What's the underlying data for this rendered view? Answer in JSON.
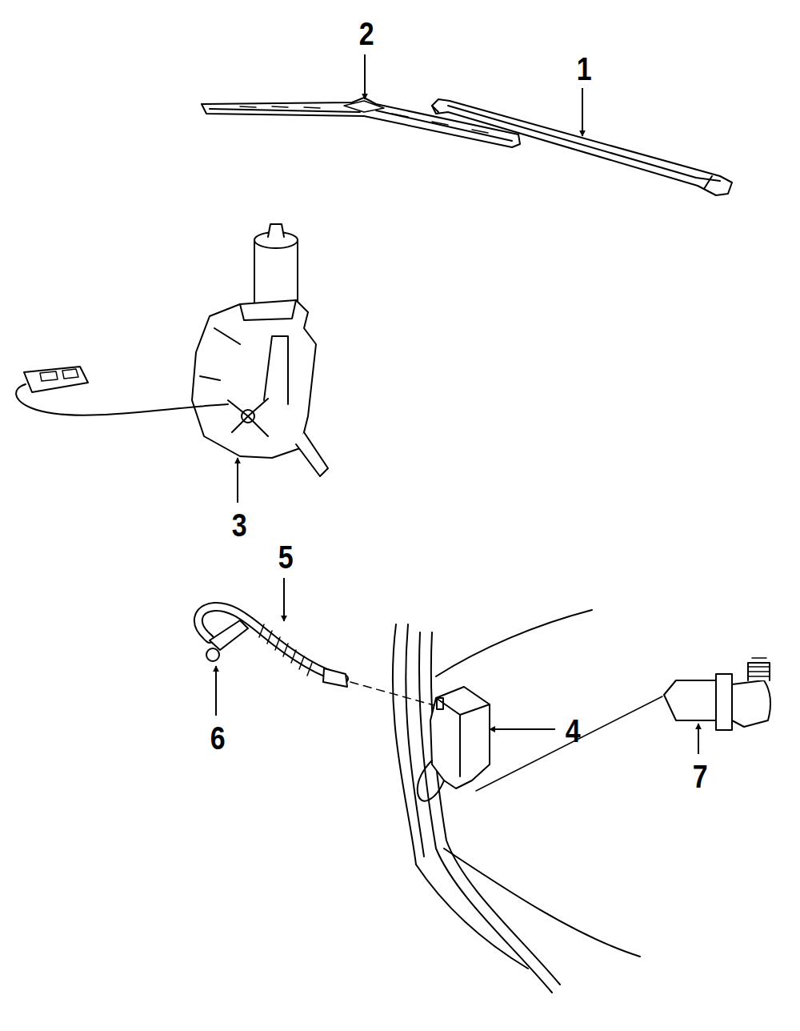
{
  "diagram": {
    "labels": [
      "2",
      "1",
      "3",
      "5",
      "6",
      "4",
      "7"
    ]
  }
}
